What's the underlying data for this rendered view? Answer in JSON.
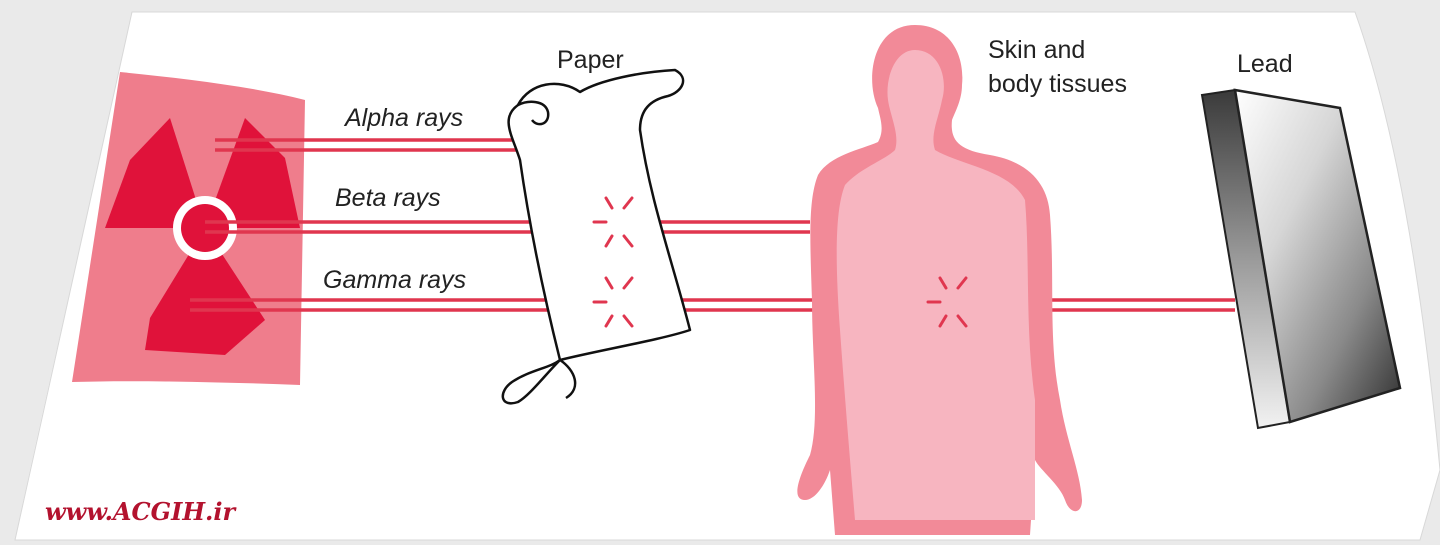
{
  "labels": {
    "paper": "Paper",
    "skin_line1": "Skin and",
    "skin_line2": "body tissues",
    "lead": "Lead",
    "alpha": "Alpha rays",
    "beta": "Beta rays",
    "gamma": "Gamma rays"
  },
  "watermark": "www.ACGIH.ir",
  "colors": {
    "ray": "#e0364f",
    "source_fill": "#ef7d8c",
    "trefoil": "#e0123a",
    "body_fill": "#f28a98",
    "body_inner": "#f7b5c0",
    "watermark": "#b3122e",
    "background": "#ffffff"
  },
  "icons": {
    "source": "radiation-trefoil-icon",
    "paper": "paper-scroll-icon",
    "body": "human-body-icon",
    "lead": "lead-block-icon",
    "impact": "impact-burst-icon"
  }
}
